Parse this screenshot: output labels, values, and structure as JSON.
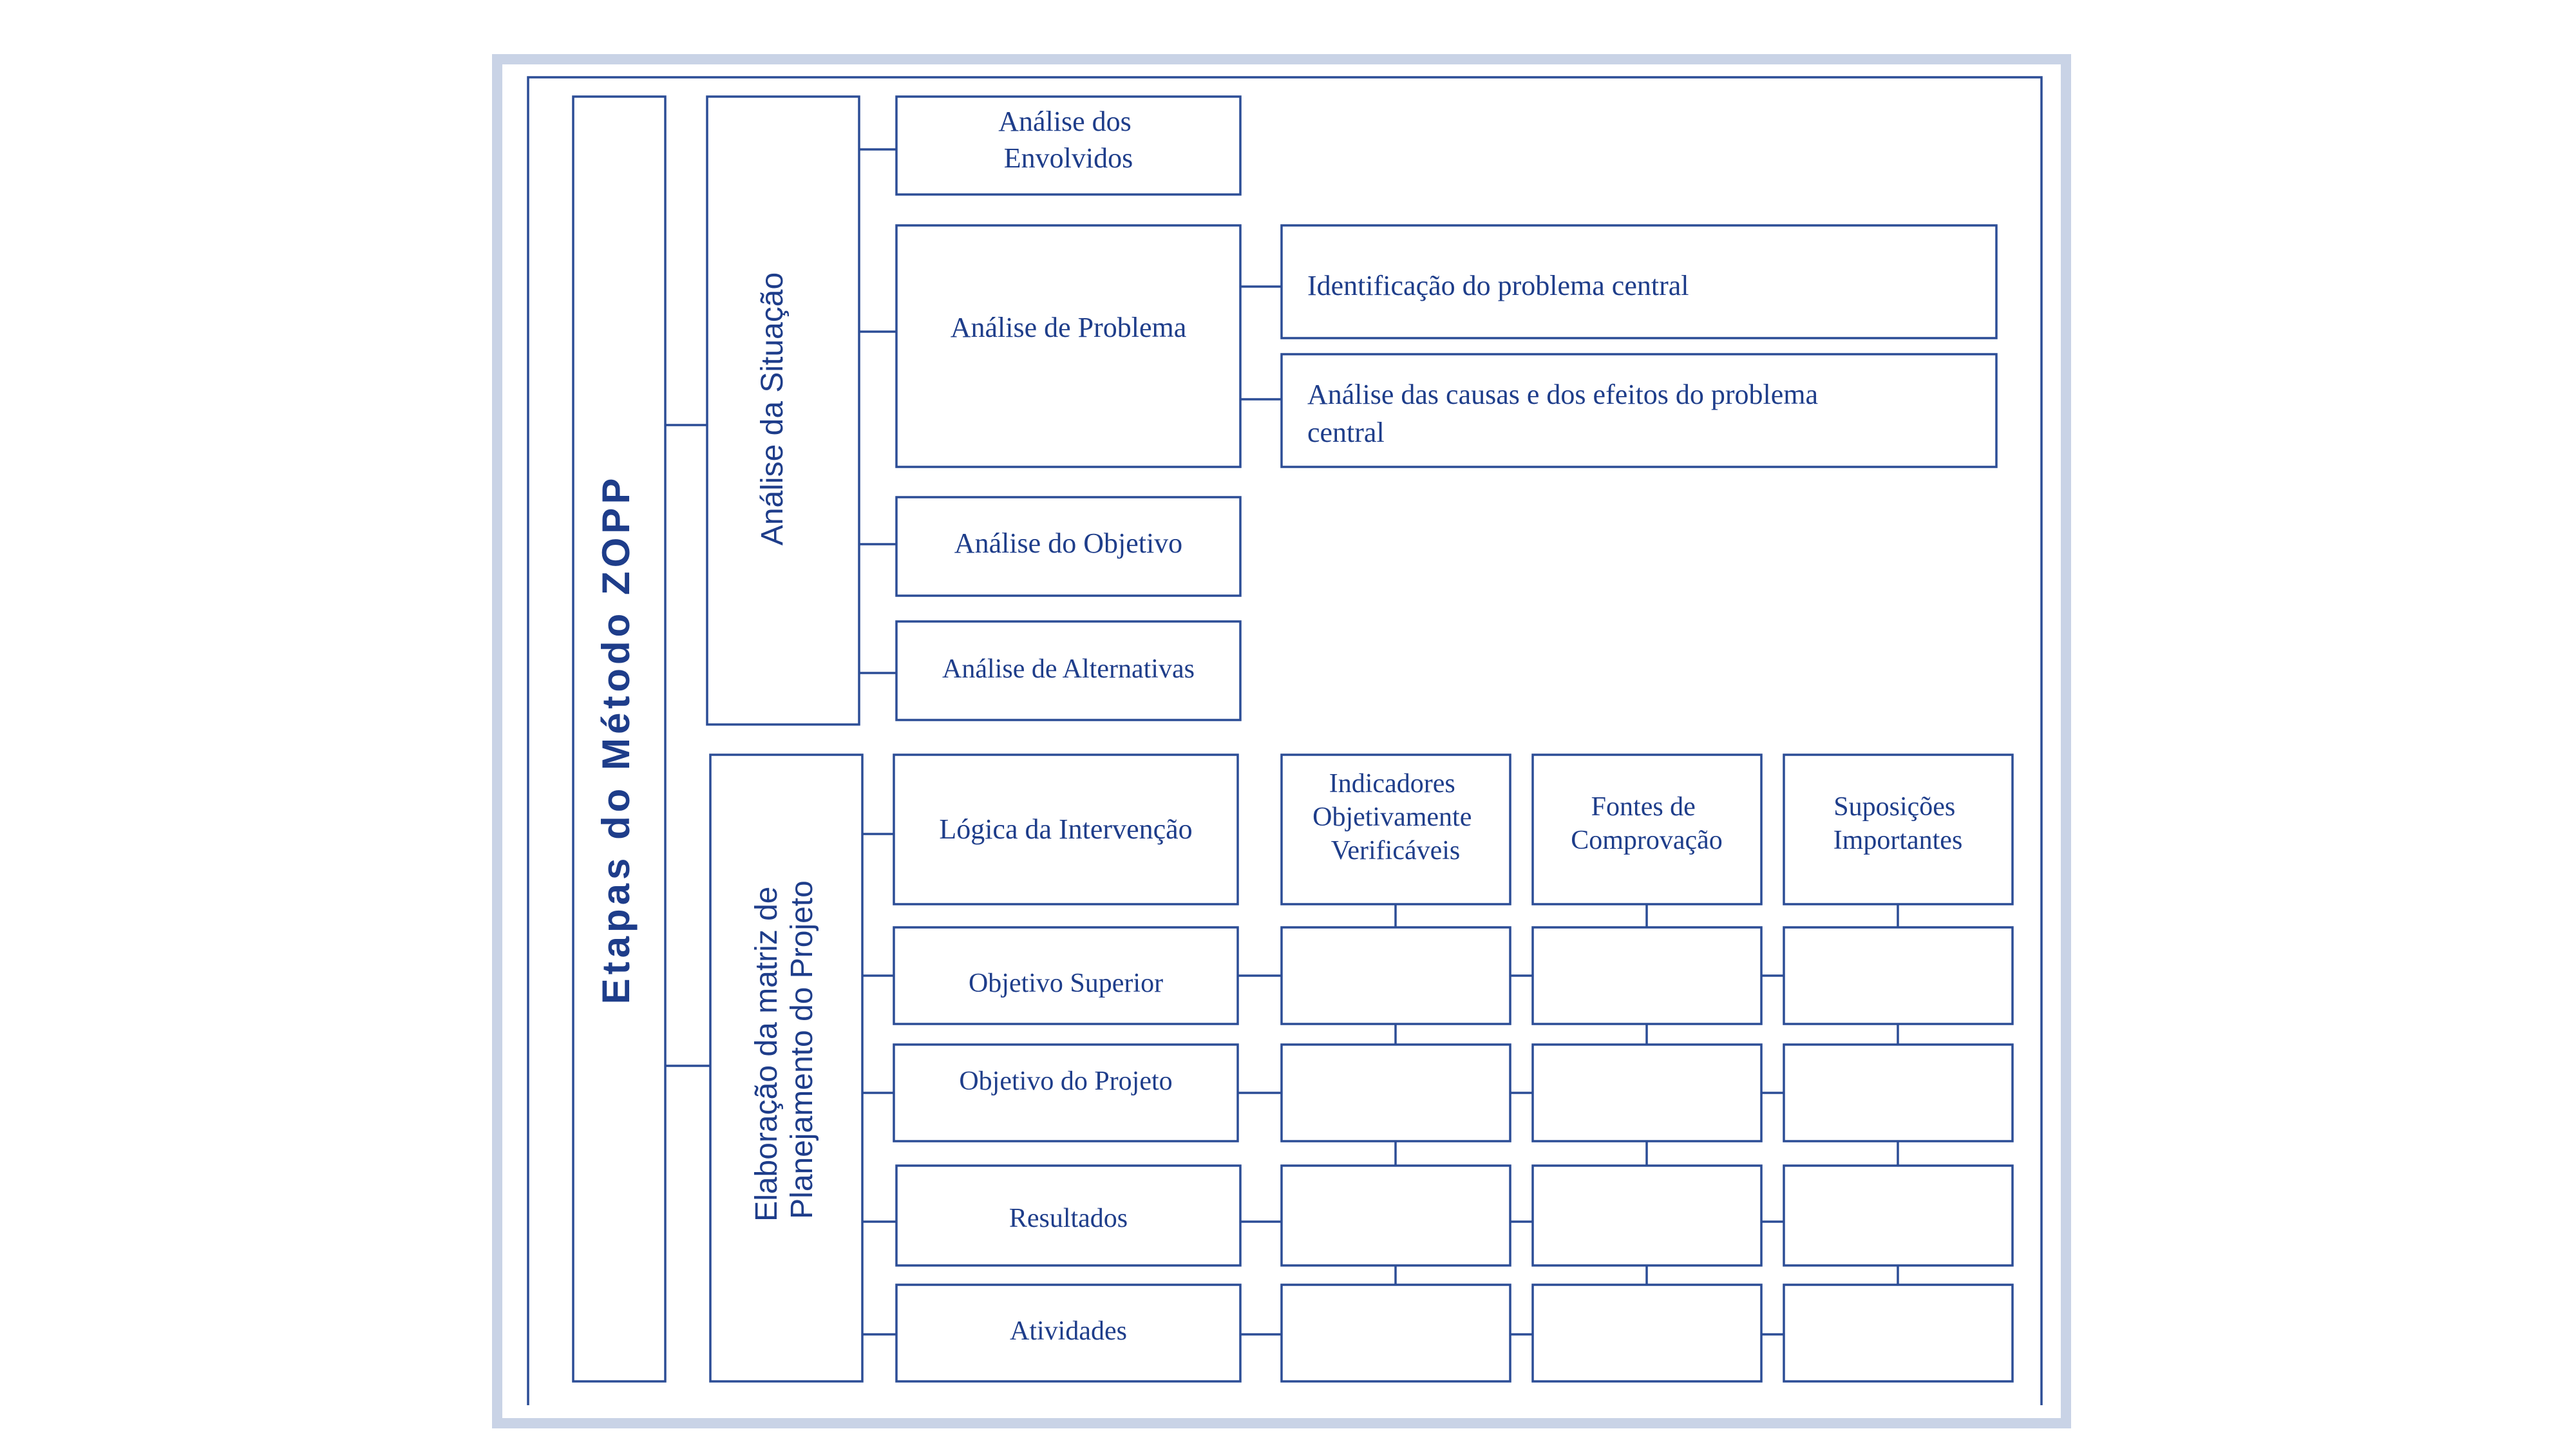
{
  "colors": {
    "outer_frame": "#c9d3e6",
    "line": "#2c4d96",
    "text": "#1e3d8a"
  },
  "main_label": "Etapas do Método ZOPP",
  "situation": {
    "label": "Análise da Situação",
    "items": {
      "envolvidos": [
        "Análise dos",
        "Envolvidos"
      ],
      "problema": "Análise de Problema",
      "objetivo": "Análise do Objetivo",
      "alternativas": "Análise de Alternativas"
    },
    "problem_subitems": {
      "central": "Identificação do problema central",
      "causas": [
        "Análise das causas e dos efeitos do problema",
        "central"
      ]
    }
  },
  "matrix": {
    "label": [
      "Elaboração da matriz de",
      "Planejamento do Projeto"
    ],
    "header": {
      "logica": "Lógica da Intervenção",
      "indicadores": [
        "Indicadores",
        "Objetivamente",
        "Verificáveis"
      ],
      "fontes": [
        "Fontes de",
        "Comprovação"
      ],
      "suposicoes": [
        "Suposições",
        "Importantes"
      ]
    },
    "rows": {
      "objetivo_superior": "Objetivo Superior",
      "objetivo_projeto": "Objetivo do Projeto",
      "resultados": "Resultados",
      "atividades": "Atividades"
    }
  }
}
